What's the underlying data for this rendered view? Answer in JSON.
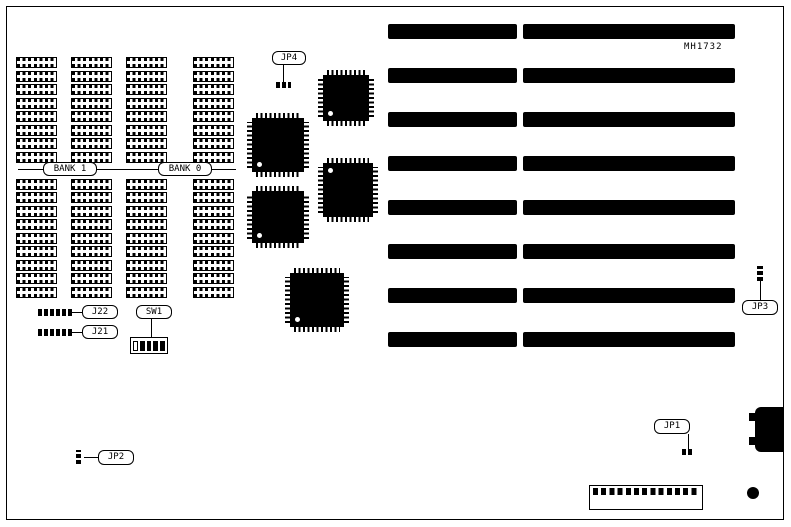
{
  "board": {
    "id_label": "MH1732",
    "memory": {
      "columns": 4,
      "rows": 18,
      "bank_gap_row": 8,
      "banks": [
        "BANK 1",
        "BANK 0"
      ]
    },
    "isa_slots": {
      "rows": 8,
      "bars_per_row": 2
    },
    "qfp_chip_count": 5,
    "colors": {
      "ink": "#000000",
      "background": "#ffffff"
    }
  },
  "callouts": {
    "bank1": "BANK 1",
    "bank0": "BANK 0",
    "jp4": "JP4",
    "j22": "J22",
    "j21": "J21",
    "sw1": "SW1",
    "jp2": "JP2",
    "jp1": "JP1",
    "jp3": "JP3"
  }
}
